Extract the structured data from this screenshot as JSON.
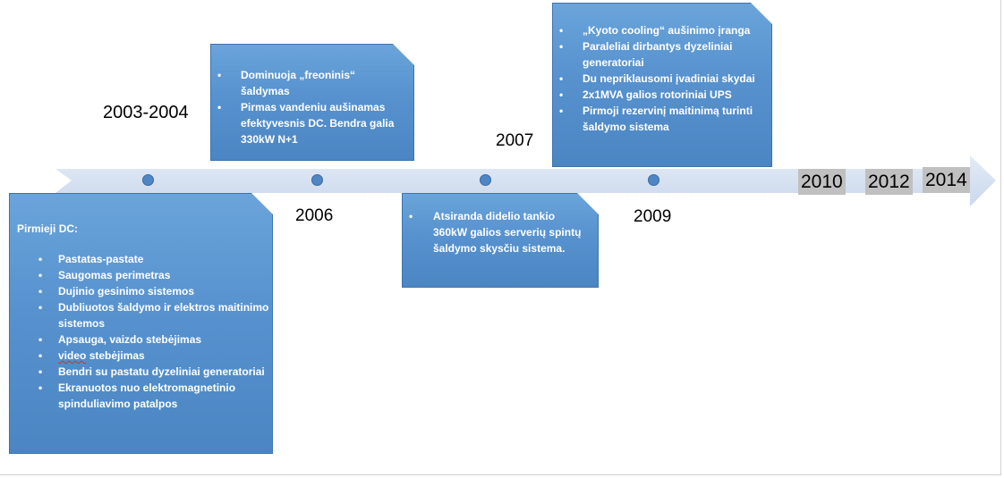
{
  "timeline": {
    "years": {
      "y2003": "2003-2004",
      "y2006": "2006",
      "y2007": "2007",
      "y2009": "2009",
      "y2010": "2010",
      "y2012": "2012",
      "y2014": "2014"
    },
    "colors": {
      "arrow": "#d6e1f1",
      "box": "#5792cf",
      "dot": "#4f86c6",
      "tag": "#c0c0c0"
    }
  },
  "box_2003": {
    "heading": "Pirmieji DC:",
    "items": [
      "Pastatas-pastate",
      "Saugomas perimetras",
      "Dujinio gesinimo sistemos",
      "Dubliuotos šaldymo ir elektros maitinimo sistemos",
      "Apsauga, vaizdo stebėjimas",
      "stebėjimas",
      "Bendri su pastatu dyzeliniai generatoriai",
      "Ekranuotos nuo elektromagnetinio spinduliavimo patalpos"
    ],
    "video_word": "video"
  },
  "box_2006": {
    "items": [
      "Dominuoja „freoninis“ šaldymas",
      "Pirmas vandeniu aušinamas efektyvesnis  DC. Bendra galia 330kW  N+1"
    ]
  },
  "box_2007": {
    "items": [
      "Atsiranda didelio tankio 360kW  galios serverių spintų šaldymo skysčiu sistema."
    ]
  },
  "box_2009": {
    "items": [
      "„Kyoto cooling“ aušinimo įranga",
      "Paraleliai dirbantys dyzeliniai generatoriai",
      "Du nepriklausomi įvadiniai skydai",
      "2x1MVA galios rotoriniai UPS",
      "Pirmoji rezervinį maitinimą turinti šaldymo sistema"
    ]
  }
}
